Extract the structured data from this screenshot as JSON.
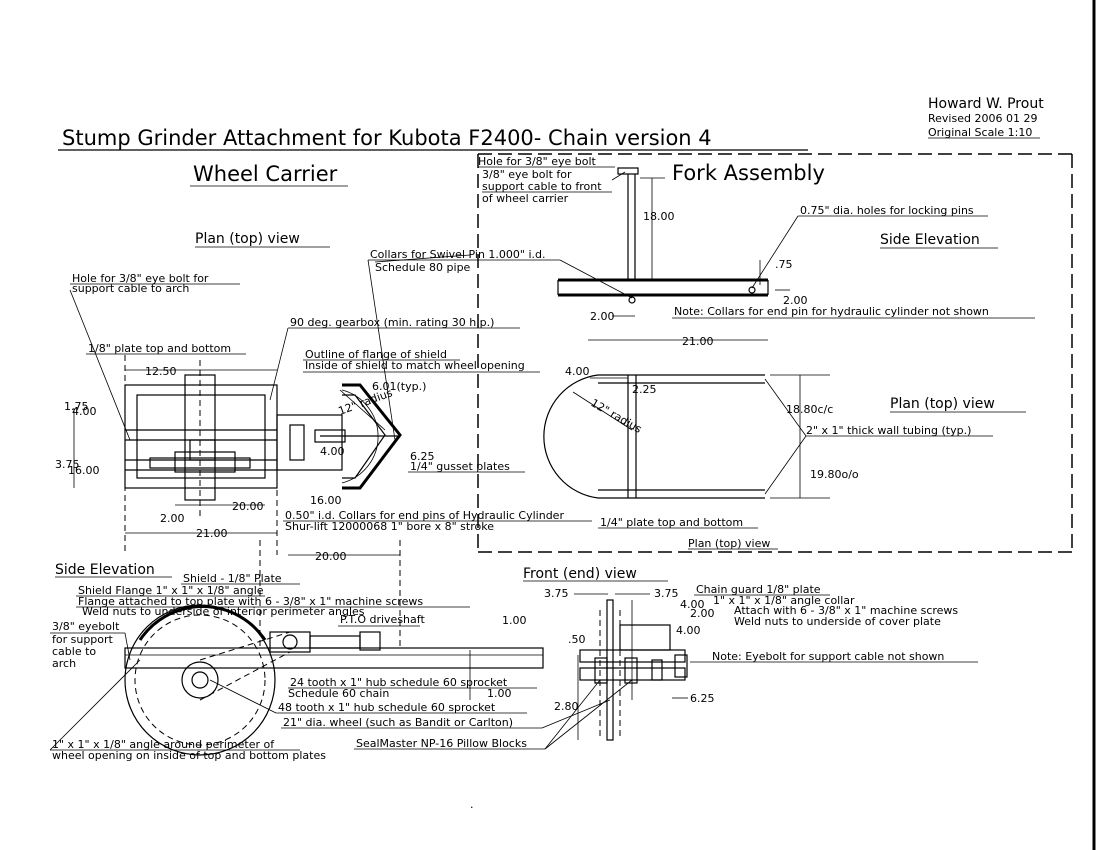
{
  "title_block": {
    "author": "Howard W. Prout",
    "revised": "Revised 2006 01 29",
    "scale": "Original Scale 1:10"
  },
  "title": "Stump Grinder Attachment for Kubota F2400- Chain version 4",
  "wheel_carrier": {
    "heading": "Wheel Carrier",
    "plan_view_label": "Plan (top) view",
    "labels": {
      "hole_eye_bolt_arch": "Hole for 3/8\" eye bolt for",
      "support_cable_arch": "support cable to arch",
      "plate_top_bottom": "1/8\" plate top and bottom",
      "collars_swivel": "Collars for Swivel Pin 1.000\" i.d.",
      "schedule_80": "Schedule 80 pipe",
      "gearbox": "90 deg. gearbox (min. rating 30 h.p.)",
      "outline_flange": "Outline of flange of shield",
      "inside_shield": "Inside of shield to match wheel opening",
      "gusset": "1/4\" gusset plates",
      "collars_cyl": "0.50\" i.d. Collars for end pins of Hydraulic Cylinder",
      "shur_lift": "Shur-lift 12000068 1\" bore x 8\" stroke"
    },
    "dims": {
      "d1250": "12.50",
      "d175": "1.75",
      "d400a": "4.00",
      "d375": "3.75",
      "d1600": "16.00",
      "d2000": "20.00",
      "d200": "2.00",
      "d2100": "21.00",
      "d1600b": "16.00",
      "d601": "6.01(typ.)",
      "d400b": "4.00",
      "d625": "6.25",
      "d2000b": "20.00",
      "d12rad": "12\" radius"
    }
  },
  "side_elevation_wc": {
    "heading": "Side Elevation",
    "labels": {
      "shield_flange": "Shield Flange 1\" x 1\" x 1/8\" angle",
      "shield": "Shield - 1/8\" Plate",
      "flange_attached": "Flange attached to top plate with 6 - 3/8\" x 1\" machine screws",
      "weld_nuts": "Weld nuts to underside of interior perimeter angles",
      "eyebolt": "3/8\" eyebolt",
      "for_support": "for support",
      "cable_to": "cable to",
      "arch": "arch",
      "pto": "P.T.O driveshaft",
      "sprocket24": "24 tooth x 1\" hub schedule 60 sprocket",
      "chain": "Schedule 60 chain",
      "sprocket48": "48 tooth x 1\" hub schedule 60 sprocket",
      "wheel": "21\" dia. wheel (such as Bandit or Carlton)",
      "angle_perimeter": "1\" x 1\" x 1/8\" angle around perimeter of",
      "wheel_opening": "wheel opening on inside of top and bottom plates",
      "pillow_blocks": "SealMaster NP-16 Pillow Blocks"
    },
    "dims": {
      "d100a": "1.00",
      "d100b": "1.00"
    }
  },
  "fork_assembly": {
    "heading": "Fork Assembly",
    "side_elevation_label": "Side Elevation",
    "plan_view_label": "Plan (top) view",
    "plan_view_label2": "Plan (top) view",
    "labels": {
      "hole_eye_bolt": "Hole for 3/8\" eye bolt",
      "eye_bolt_for": "3/8\" eye bolt for",
      "support_cable_front": "support cable to front",
      "of_wheel_carrier": "of wheel carrier",
      "holes_locking": "0.75\" dia. holes for locking pins",
      "note_collars": "Note: Collars for end pin for hydraulic cylinder not shown",
      "tubing": "2\" x 1\" thick wall tubing (typ.)",
      "plate_tb": "1/4\" plate top and bottom"
    },
    "dims": {
      "d1800": "18.00",
      "d75": ".75",
      "d200a": "2.00",
      "d200b": "2.00",
      "d2100": "21.00",
      "d400": "4.00",
      "d225": "2.25",
      "d1880": "18.80c/c",
      "d1980": "19.80o/o"
    }
  },
  "front_view": {
    "heading": "Front (end) view",
    "labels": {
      "chain_guard": "Chain guard 1/8\" plate",
      "angle_collar": "1\" x 1\" x 1/8\" angle collar",
      "attach_with": "Attach with 6 - 3/8\" x 1\" machine screws",
      "weld_nuts": "Weld nuts to underside of cover plate",
      "note_eyebolt": "Note: Eyebolt for support cable not shown"
    },
    "dims": {
      "d375a": "3.75",
      "d375b": "3.75",
      "d400a": "4.00",
      "d200": "2.00",
      "d400b": "4.00",
      "d50": ".50",
      "d280": "2.80",
      "d625": "6.25"
    }
  }
}
